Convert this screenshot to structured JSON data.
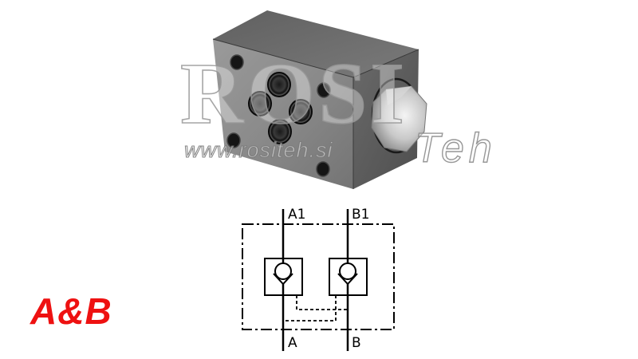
{
  "product": {
    "type": "hydraulic-modular-block",
    "variant_label": "A&B",
    "variant_color": "#ee1111"
  },
  "watermark": {
    "brand_main": "ROSI",
    "brand_suffix": "Teh",
    "url": "www.rositeh.si"
  },
  "schematic": {
    "ports_top": [
      "A1",
      "B1"
    ],
    "ports_bottom": [
      "A",
      "B"
    ],
    "labels": {
      "a1": "A1",
      "b1": "B1",
      "a": "A",
      "b": "B"
    },
    "elements": [
      "pilot-operated-check-valve-left",
      "pilot-operated-check-valve-right",
      "cross-pilot-lines",
      "enclosure-dash-dot"
    ]
  },
  "colors": {
    "background": "#ffffff",
    "line": "#000000",
    "accent": "#ee1111",
    "metal_front": "#8a8a8a",
    "metal_top": "#6f6f6f",
    "metal_side": "#5e5e5e"
  }
}
